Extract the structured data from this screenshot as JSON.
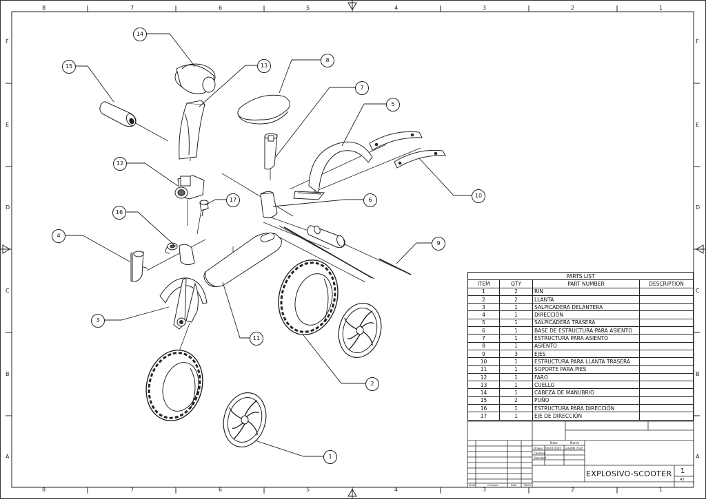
{
  "border": {
    "top_zones": [
      "8",
      "7",
      "6",
      "5",
      "4",
      "3",
      "2",
      "1"
    ],
    "bottom_zones": [
      "8",
      "7",
      "6",
      "5",
      "4",
      "3",
      "2",
      "1"
    ],
    "left_zones": [
      "F",
      "E",
      "D",
      "C",
      "B",
      "A"
    ],
    "right_zones": [
      "F",
      "E",
      "D",
      "C",
      "B",
      "A"
    ]
  },
  "callouts": [
    "1",
    "2",
    "3",
    "4",
    "5",
    "6",
    "7",
    "8",
    "9",
    "10",
    "11",
    "12",
    "13",
    "14",
    "15",
    "16",
    "17"
  ],
  "parts_list": {
    "title": "PARTS LIST",
    "headers": [
      "ITEM",
      "QTY",
      "PART NUMBER",
      "DESCRIPTION"
    ],
    "rows": [
      {
        "item": "1",
        "qty": "2",
        "part": "RIN",
        "desc": ""
      },
      {
        "item": "2",
        "qty": "2",
        "part": "LLANTA",
        "desc": ""
      },
      {
        "item": "3",
        "qty": "1",
        "part": "SALPICADERA DELANTERA",
        "desc": ""
      },
      {
        "item": "4",
        "qty": "1",
        "part": "DIRECCIÓN",
        "desc": ""
      },
      {
        "item": "5",
        "qty": "1",
        "part": "SALPICADERA TRASERA",
        "desc": ""
      },
      {
        "item": "6",
        "qty": "1",
        "part": "BASE DE ESTRUCTURA PARA ASIENTO",
        "desc": ""
      },
      {
        "item": "7",
        "qty": "1",
        "part": "ESTRUCTURA PARA ASIENTO",
        "desc": ""
      },
      {
        "item": "8",
        "qty": "1",
        "part": "ASIENTO",
        "desc": ""
      },
      {
        "item": "9",
        "qty": "3",
        "part": "EJES",
        "desc": ""
      },
      {
        "item": "10",
        "qty": "1",
        "part": "ESTRUCTURA PARA LLANTA TRASERA",
        "desc": ""
      },
      {
        "item": "11",
        "qty": "1",
        "part": "SOPORTE PARA PIES",
        "desc": ""
      },
      {
        "item": "12",
        "qty": "1",
        "part": "FARO",
        "desc": ""
      },
      {
        "item": "13",
        "qty": "1",
        "part": "CUELLO",
        "desc": ""
      },
      {
        "item": "14",
        "qty": "1",
        "part": "CABEZA DE MANUBRIO",
        "desc": ""
      },
      {
        "item": "15",
        "qty": "2",
        "part": "PUÑO",
        "desc": ""
      },
      {
        "item": "16",
        "qty": "1",
        "part": "ESTRUCTURA PARA DIRECCIÓN",
        "desc": ""
      },
      {
        "item": "17",
        "qty": "1",
        "part": "EJE DE DIRECCIÓN",
        "desc": ""
      }
    ]
  },
  "title_block": {
    "date_label": "Date",
    "name_label": "Name",
    "drawn_label": "Drawn",
    "checked_label": "Checked",
    "standard_label": "Standard",
    "drawn_date": "04/07/2020",
    "drawn_name": "LEGION 7S20",
    "title": "EXPLOSIVO-SCOOTER",
    "sheet_number": "1",
    "sheet_format": "A2",
    "state_label": "State",
    "changes_label": "Changes",
    "date2_label": "Date",
    "name2_label": "Name"
  }
}
